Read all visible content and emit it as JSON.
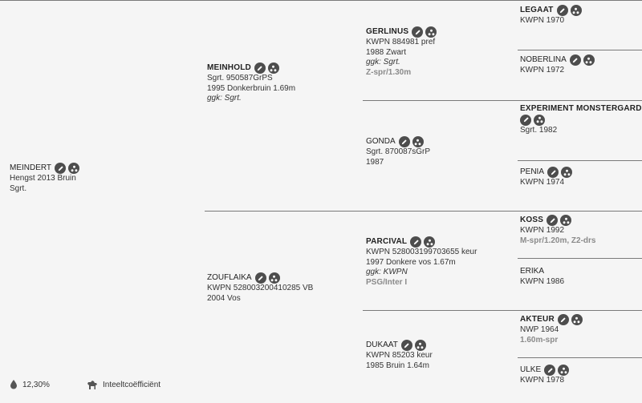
{
  "horses": {
    "meindert": {
      "name": "MEINDERT",
      "lines": [
        "Hengst 2013 Bruin",
        "Sgrt."
      ]
    },
    "meinhold": {
      "name": "MEINHOLD",
      "lines": [
        "Sgrt. 950587GrPS",
        "1995 Donkerbruin 1.69m"
      ],
      "italic": "ggk: Sgrt."
    },
    "zouflaika": {
      "name": "ZOUFLAIKA",
      "lines": [
        "KWPN 528003200410285 VB",
        "2004 Vos"
      ]
    },
    "gerlinus": {
      "name": "GERLINUS",
      "lines": [
        "KWPN 884981 pref",
        "1988 Zwart"
      ],
      "italic": "ggk: Sgrt.",
      "sport": "Z-spr/1.30m"
    },
    "gonda": {
      "name": "GONDA",
      "lines": [
        "Sgrt. 870087sGrP",
        "1987"
      ]
    },
    "parcival": {
      "name": "PARCIVAL",
      "lines": [
        "KWPN 528003199703655 keur",
        "1997 Donkere vos 1.67m"
      ],
      "italic": "ggk: KWPN",
      "sport": "PSG/Inter I"
    },
    "dukaat": {
      "name": "DUKAAT",
      "lines": [
        "KWPN 85203 keur",
        "1985 Bruin 1.64m"
      ]
    },
    "legaat": {
      "name": "LEGAAT",
      "lines": [
        "KWPN 1970"
      ]
    },
    "noberlina": {
      "name": "NOBERLINA",
      "lines": [
        "KWPN 1972"
      ]
    },
    "experiment": {
      "name": "EXPERIMENT MONSTERGARD",
      "lines": [
        "Sgrt. 1982"
      ]
    },
    "penia": {
      "name": "PENIA",
      "lines": [
        "KWPN 1974"
      ]
    },
    "koss": {
      "name": "KOSS",
      "lines": [
        "KWPN 1992"
      ],
      "sport": "M-spr/1.20m, Z2-drs"
    },
    "erika": {
      "name": "ERIKA",
      "lines": [
        "KWPN 1986"
      ]
    },
    "akteur": {
      "name": "AKTEUR",
      "lines": [
        "NWP 1964"
      ],
      "sport": "1.60m-spr"
    },
    "ulke": {
      "name": "ULKE",
      "lines": [
        "KWPN 1978"
      ]
    }
  },
  "footer": {
    "percentage": "12,30%",
    "inbreeding_label": "Inteeltcoëfficiënt",
    "percentage_icon": "drop-icon",
    "inbreeding_icon": "horse-icon"
  },
  "icons": {
    "edit": "pencil-icon",
    "tree": "family-tree-icon"
  },
  "colors": {
    "background": "#f5f5f5",
    "icon": "#4d4d4d",
    "sport": "#8a8a8a",
    "line": "#7a7a7a"
  }
}
